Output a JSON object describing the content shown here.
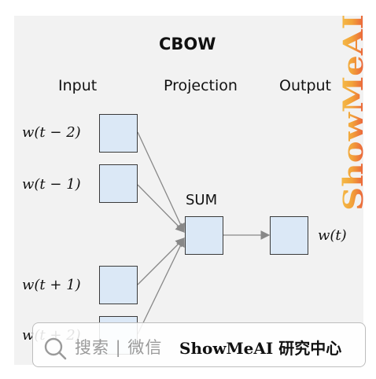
{
  "diagram": {
    "title": "CBOW",
    "columns": {
      "input": "Input",
      "projection": "Projection",
      "output": "Output"
    },
    "inputs": [
      "w(t − 2)",
      "w(t − 1)",
      "w(t + 1)",
      "w(t + 2)"
    ],
    "projection_label": "SUM",
    "output_label": "w(t)",
    "colors": {
      "panel": "#f2f2f2",
      "box_fill": "#dbe8f6",
      "box_border": "#3a3a3a",
      "edge": "#888888"
    }
  },
  "watermark": {
    "text": "ShowMeAI",
    "gradient": [
      "#e6423c",
      "#f2a33a",
      "#f5c24c"
    ]
  },
  "search": {
    "icon": "search-icon",
    "label": "搜索 | 微信",
    "brand": "ShowMeAI 研究中心"
  }
}
